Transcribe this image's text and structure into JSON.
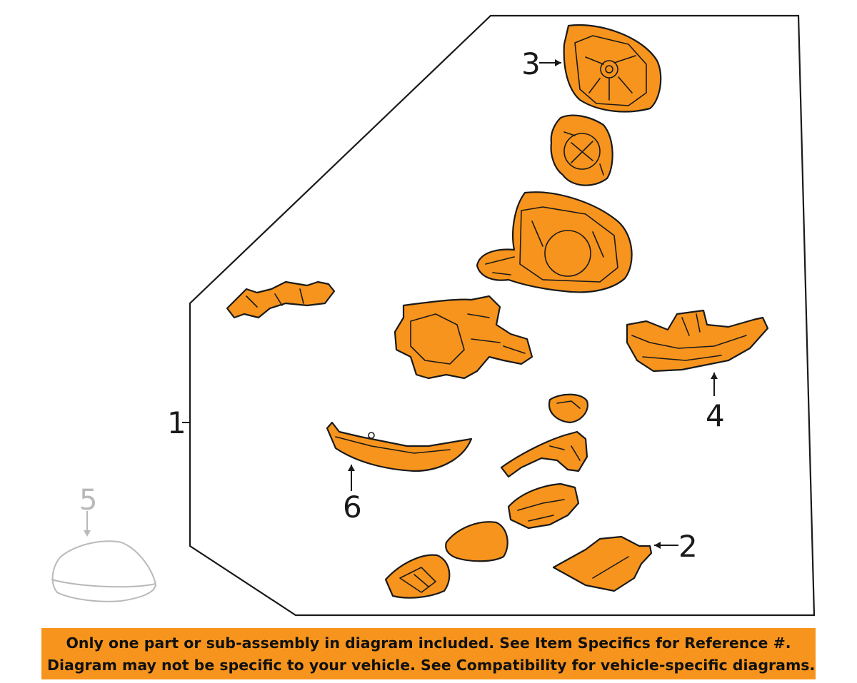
{
  "callouts": {
    "c1": "1",
    "c2": "2",
    "c3": "3",
    "c4": "4",
    "c5": "5",
    "c6": "6"
  },
  "disclaimer": {
    "line1": "Only one part or sub-assembly in diagram included. See Item Specifics for Reference #.",
    "line2": "Diagram may not be specific to your vehicle. See Compatibility for vehicle-specific diagrams."
  },
  "colors": {
    "part_fill": "#f7941d",
    "outline": "#1a1a1a",
    "ghost": "#b9b9b9",
    "banner": "#f7941d"
  }
}
